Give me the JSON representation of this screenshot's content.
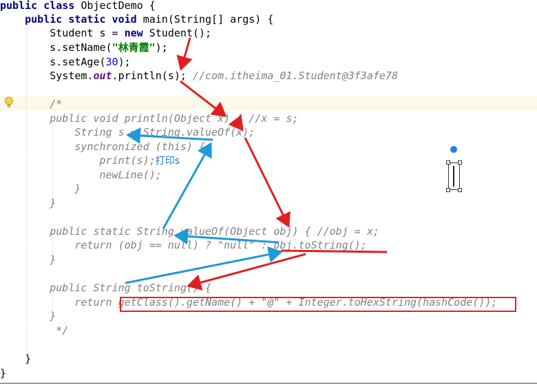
{
  "code_lines": [
    {
      "id": "l1",
      "parts": [
        {
          "t": "public class ",
          "c": "kw"
        },
        {
          "t": "ObjectDemo {",
          "c": ""
        }
      ]
    },
    {
      "id": "l2",
      "parts": [
        {
          "t": "    public static void ",
          "c": "kw"
        },
        {
          "t": "main(String[] args) {",
          "c": ""
        }
      ]
    },
    {
      "id": "l3",
      "parts": [
        {
          "t": "        Student s = ",
          "c": ""
        },
        {
          "t": "new ",
          "c": "kw"
        },
        {
          "t": "Student();",
          "c": ""
        }
      ]
    },
    {
      "id": "l4",
      "parts": [
        {
          "t": "        s.setName(",
          "c": ""
        },
        {
          "t": "\"林青霞\"",
          "c": "str"
        },
        {
          "t": ");",
          "c": ""
        }
      ]
    },
    {
      "id": "l5",
      "parts": [
        {
          "t": "        s.setAge(",
          "c": ""
        },
        {
          "t": "30",
          "c": "num"
        },
        {
          "t": ");",
          "c": ""
        }
      ]
    },
    {
      "id": "l6",
      "parts": [
        {
          "t": "        System.",
          "c": ""
        },
        {
          "t": "out",
          "c": "field"
        },
        {
          "t": ".println(s); ",
          "c": ""
        },
        {
          "t": "//com.itheima_01.Student@3f3afe78",
          "c": "cm"
        }
      ]
    },
    {
      "id": "l7",
      "parts": [
        {
          "t": "",
          "c": ""
        }
      ]
    },
    {
      "id": "l8",
      "parts": [
        {
          "t": "        /*",
          "c": "cm"
        }
      ]
    },
    {
      "id": "l9",
      "parts": [
        {
          "t": "        public void println(Object x) { //x = s;",
          "c": "cm"
        }
      ]
    },
    {
      "id": "l10",
      "parts": [
        {
          "t": "            String s = String.valueOf(x);",
          "c": "cm"
        }
      ]
    },
    {
      "id": "l11",
      "parts": [
        {
          "t": "            synchronized (this) {",
          "c": "cm"
        }
      ]
    },
    {
      "id": "l12",
      "parts": [
        {
          "t": "                print(s);",
          "c": "cm"
        },
        {
          "t": "打印s",
          "c": "cn-blue"
        }
      ]
    },
    {
      "id": "l13",
      "parts": [
        {
          "t": "                newLine();",
          "c": "cm"
        }
      ]
    },
    {
      "id": "l14",
      "parts": [
        {
          "t": "            }",
          "c": "cm"
        }
      ]
    },
    {
      "id": "l15",
      "parts": [
        {
          "t": "        }",
          "c": "cm"
        }
      ]
    },
    {
      "id": "l16",
      "parts": [
        {
          "t": "",
          "c": ""
        }
      ]
    },
    {
      "id": "l17",
      "parts": [
        {
          "t": "        public static String valueOf(Object obj) { //obj = x;",
          "c": "cm"
        }
      ]
    },
    {
      "id": "l18",
      "parts": [
        {
          "t": "            return (obj == null) ? \"null\" : obj.toString();",
          "c": "cm"
        }
      ]
    },
    {
      "id": "l19",
      "parts": [
        {
          "t": "        }",
          "c": "cm"
        }
      ]
    },
    {
      "id": "l20",
      "parts": [
        {
          "t": "",
          "c": ""
        }
      ]
    },
    {
      "id": "l21",
      "parts": [
        {
          "t": "        public String toString() {",
          "c": "cm"
        }
      ]
    },
    {
      "id": "l22",
      "parts": [
        {
          "t": "            return getClass().getName() + \"@\" + Integer.toHexString(hashCode());",
          "c": "cm"
        }
      ]
    },
    {
      "id": "l23",
      "parts": [
        {
          "t": "        }",
          "c": "cm"
        }
      ]
    },
    {
      "id": "l24",
      "parts": [
        {
          "t": "         */",
          "c": "cm"
        }
      ]
    },
    {
      "id": "l25",
      "parts": [
        {
          "t": "",
          "c": ""
        }
      ]
    },
    {
      "id": "l26",
      "parts": [
        {
          "t": "    }",
          "c": ""
        }
      ]
    },
    {
      "id": "l27",
      "parts": [
        {
          "t": "}",
          "c": ""
        }
      ]
    }
  ],
  "colors": {
    "keyword": "#000080",
    "string": "#008000",
    "number": "#0000ff",
    "comment": "#808080",
    "annotation_red": "#e02020",
    "annotation_blue": "#1e9ad6",
    "current_line": "#fbfaea"
  },
  "icons": {
    "gutter": "lightbulb-icon"
  }
}
